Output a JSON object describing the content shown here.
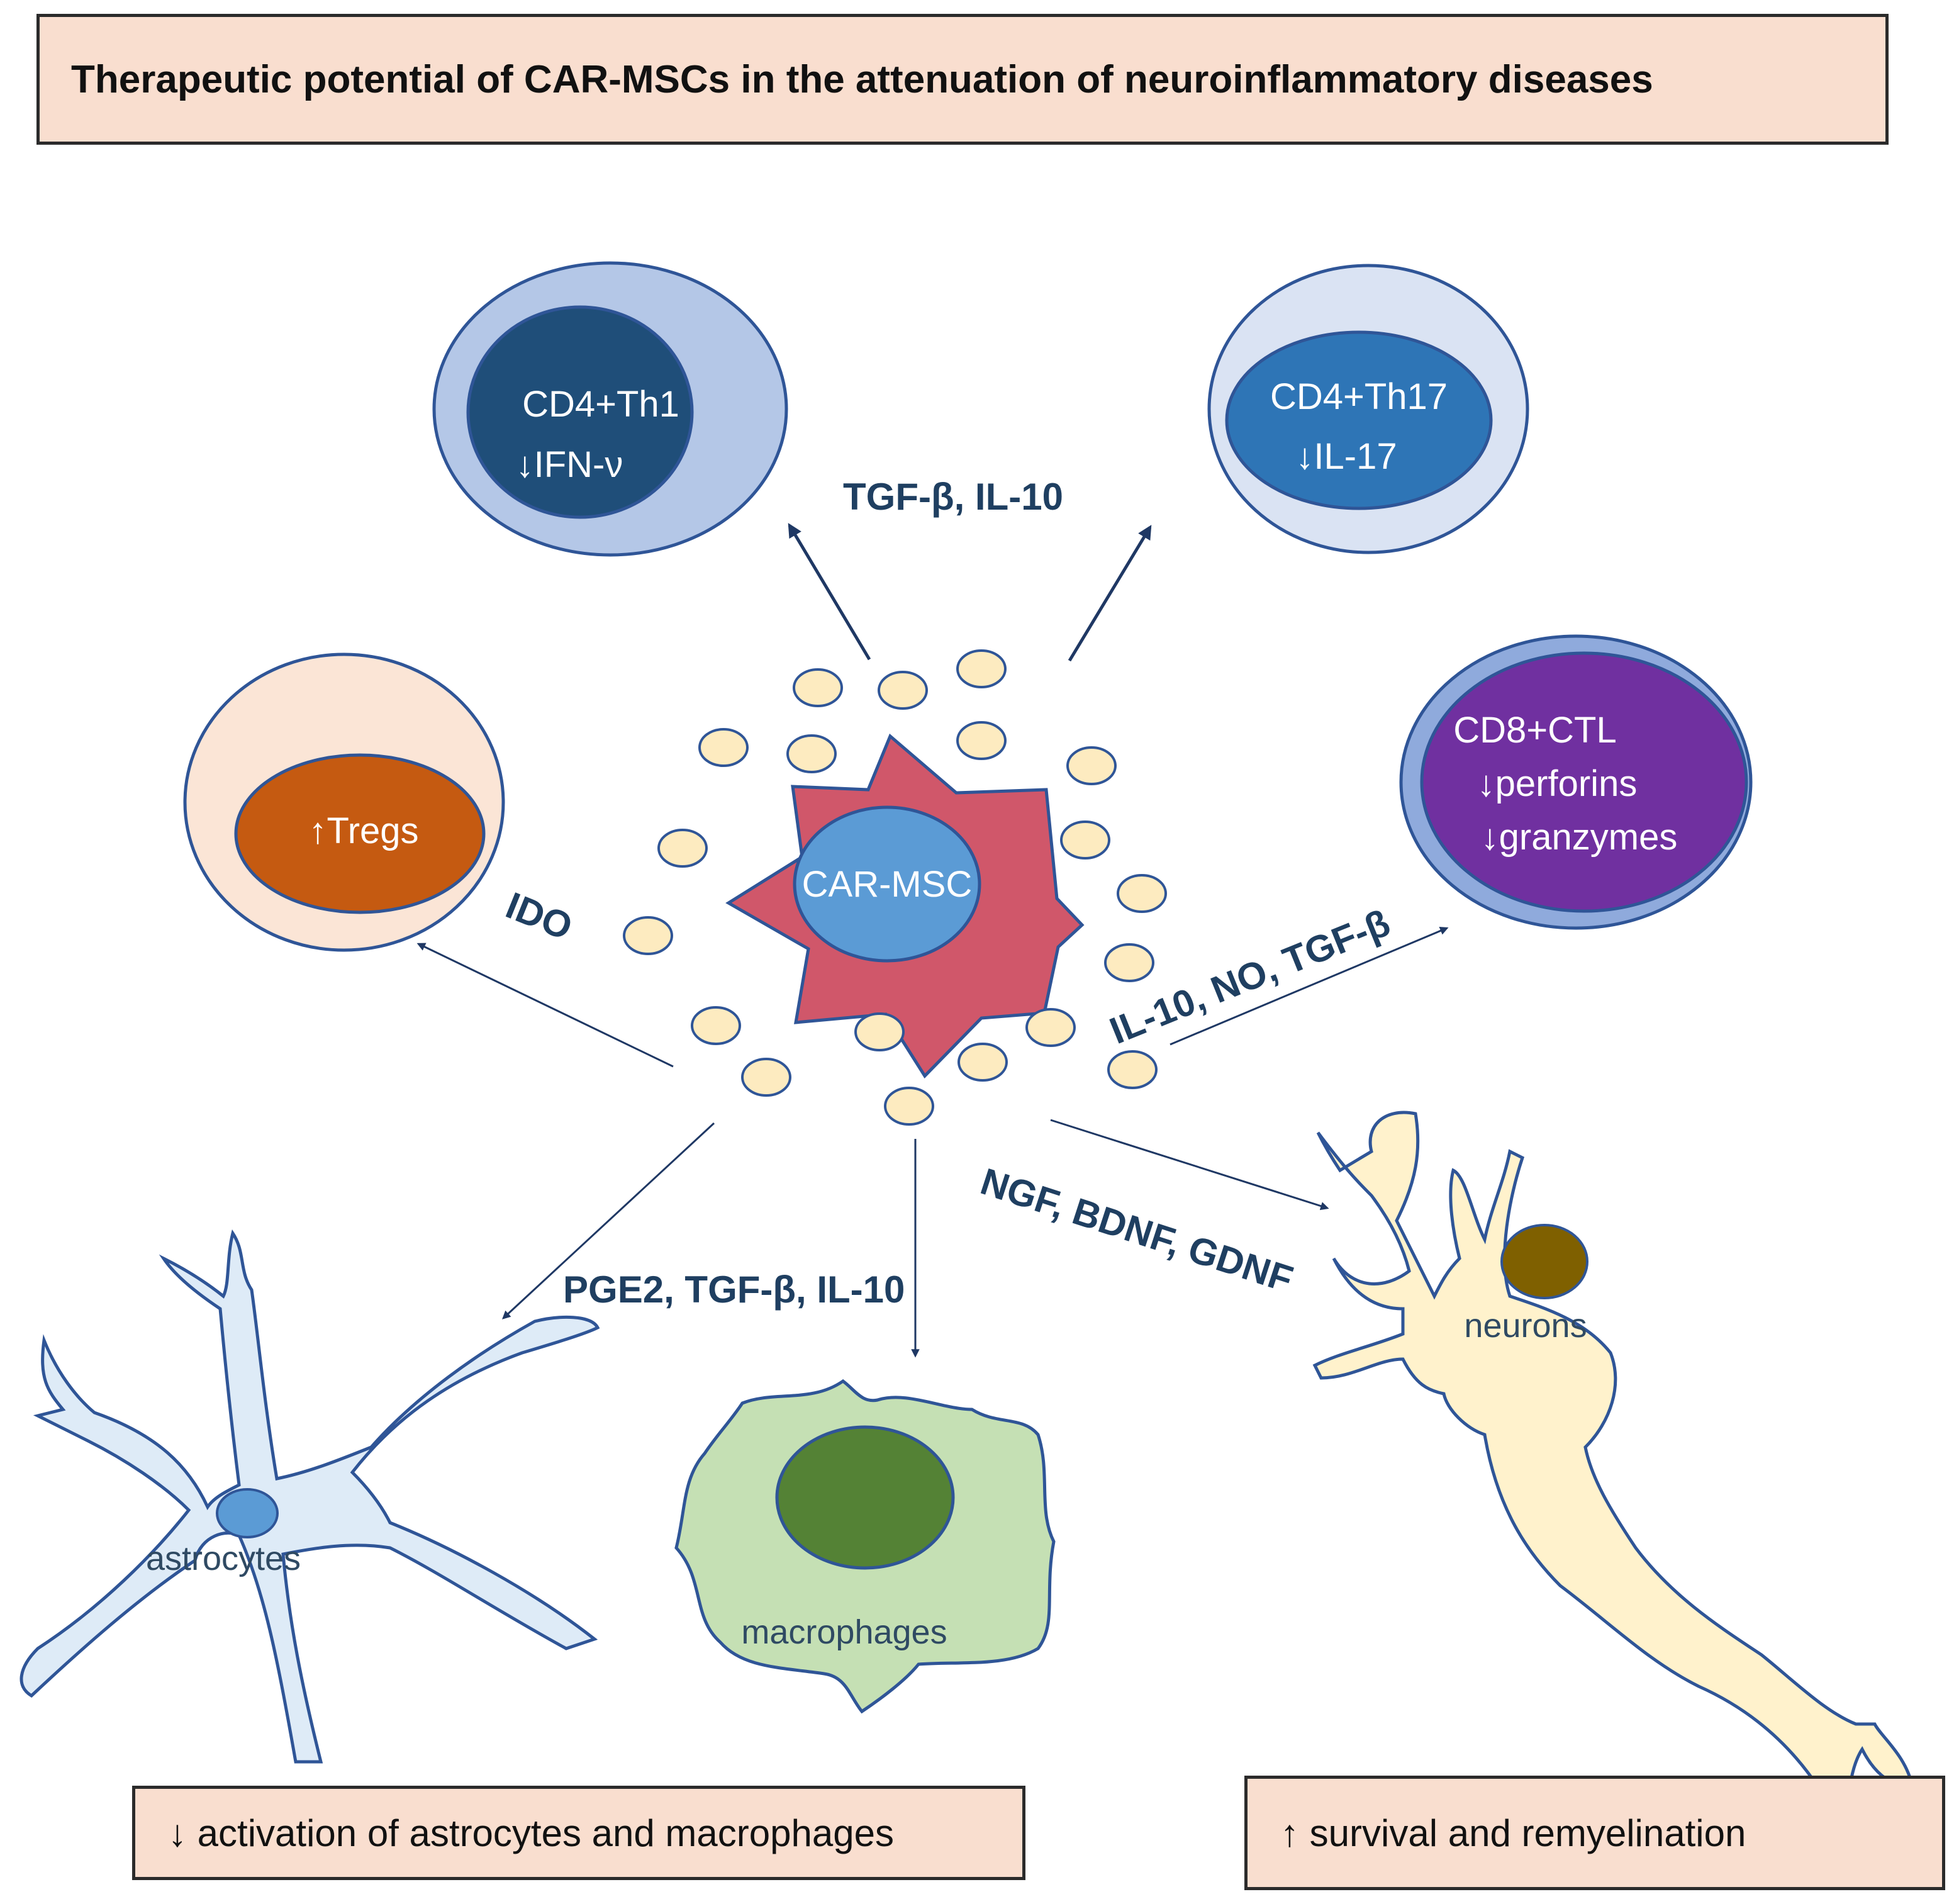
{
  "title": "Therapeutic potential of CAR-MSCs in the attenuation of neuroinflammatory diseases",
  "center": {
    "label": "CAR-MSC"
  },
  "cells": {
    "th1": {
      "line1": "CD4+Th1",
      "line2": "↓IFN-ν"
    },
    "th17": {
      "line1": "CD4+Th17",
      "line2": "↓IL-17"
    },
    "tregs": {
      "label": "↑Tregs"
    },
    "ctl": {
      "line1": "CD8+CTL",
      "line2": "↓perforins",
      "line3": "↓granzymes"
    },
    "astrocytes": {
      "label": "astrocytes"
    },
    "macrophages": {
      "label": "macrophages"
    },
    "neurons": {
      "label": "neurons"
    }
  },
  "mediators": {
    "t_cells": "TGF-β, IL-10",
    "tregs": "IDO",
    "ctl": "IL-10, NO, TGF-β",
    "glia": "PGE2, TGF-β, IL-10",
    "neurons": "NGF, BDNF, GDNF"
  },
  "outcomes": {
    "left": "↓ activation of astrocytes and macrophages",
    "right": "↑ survival and remyelination"
  },
  "colors": {
    "title_fill": "#f9decf",
    "star": "#d0576a",
    "msc_nucleus": "#5b9bd5",
    "vesicle": "#fdebc0",
    "th1_outer": "#b4c7e7",
    "th1_inner": "#1f4e79",
    "th17_outer": "#dae3f3",
    "th17_inner": "#2e75b6",
    "tregs_outer": "#fbe5d6",
    "tregs_inner": "#c55a11",
    "ctl_outer": "#8faadc",
    "ctl_inner": "#7030a0",
    "astrocyte": "#deebf7",
    "macrophage": "#c5e0b4",
    "macrophage_nucleus": "#548235",
    "neuron": "#fff2cc",
    "neuron_nucleus": "#7f6000",
    "arrow": "#1f3864"
  }
}
